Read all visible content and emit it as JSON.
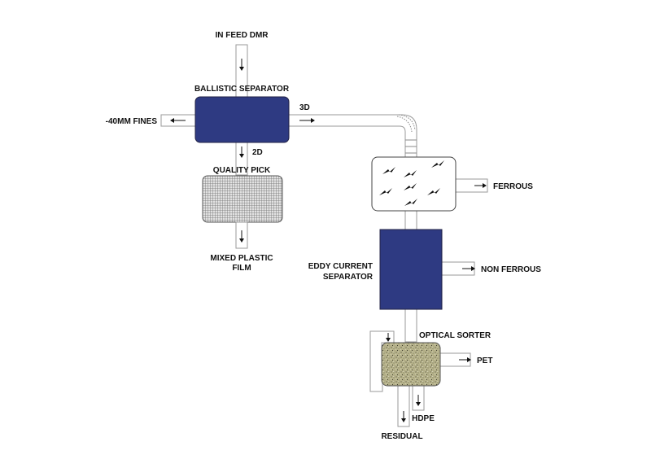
{
  "labels": {
    "infeed": "IN FEED DMR",
    "ballistic": "BALLISTIC SEPARATOR",
    "fines": "-40MM FINES",
    "three_d": "3D",
    "two_d": "2D",
    "quality_pick": "QUALITY PICK",
    "mixed_film_line1": "MIXED PLASTIC",
    "mixed_film_line2": "FILM",
    "ferrous": "FERROUS",
    "eddy_line1": "EDDY CURRENT",
    "eddy_line2": "SEPARATOR",
    "non_ferrous": "NON FERROUS",
    "optical": "OPTICAL SORTER",
    "pet": "PET",
    "hdpe": "HDPE",
    "residual": "RESIDUAL"
  },
  "colors": {
    "separator_fill": "#2e3a82",
    "quality_pick_fill": "#c9c9c9",
    "optical_fill": "#b8b48c",
    "pipe_stroke": "#9a9a9a",
    "text": "#111111"
  },
  "icons": {
    "magnet_box": "lightning-bolt-icons",
    "flow": "arrow-icons"
  }
}
